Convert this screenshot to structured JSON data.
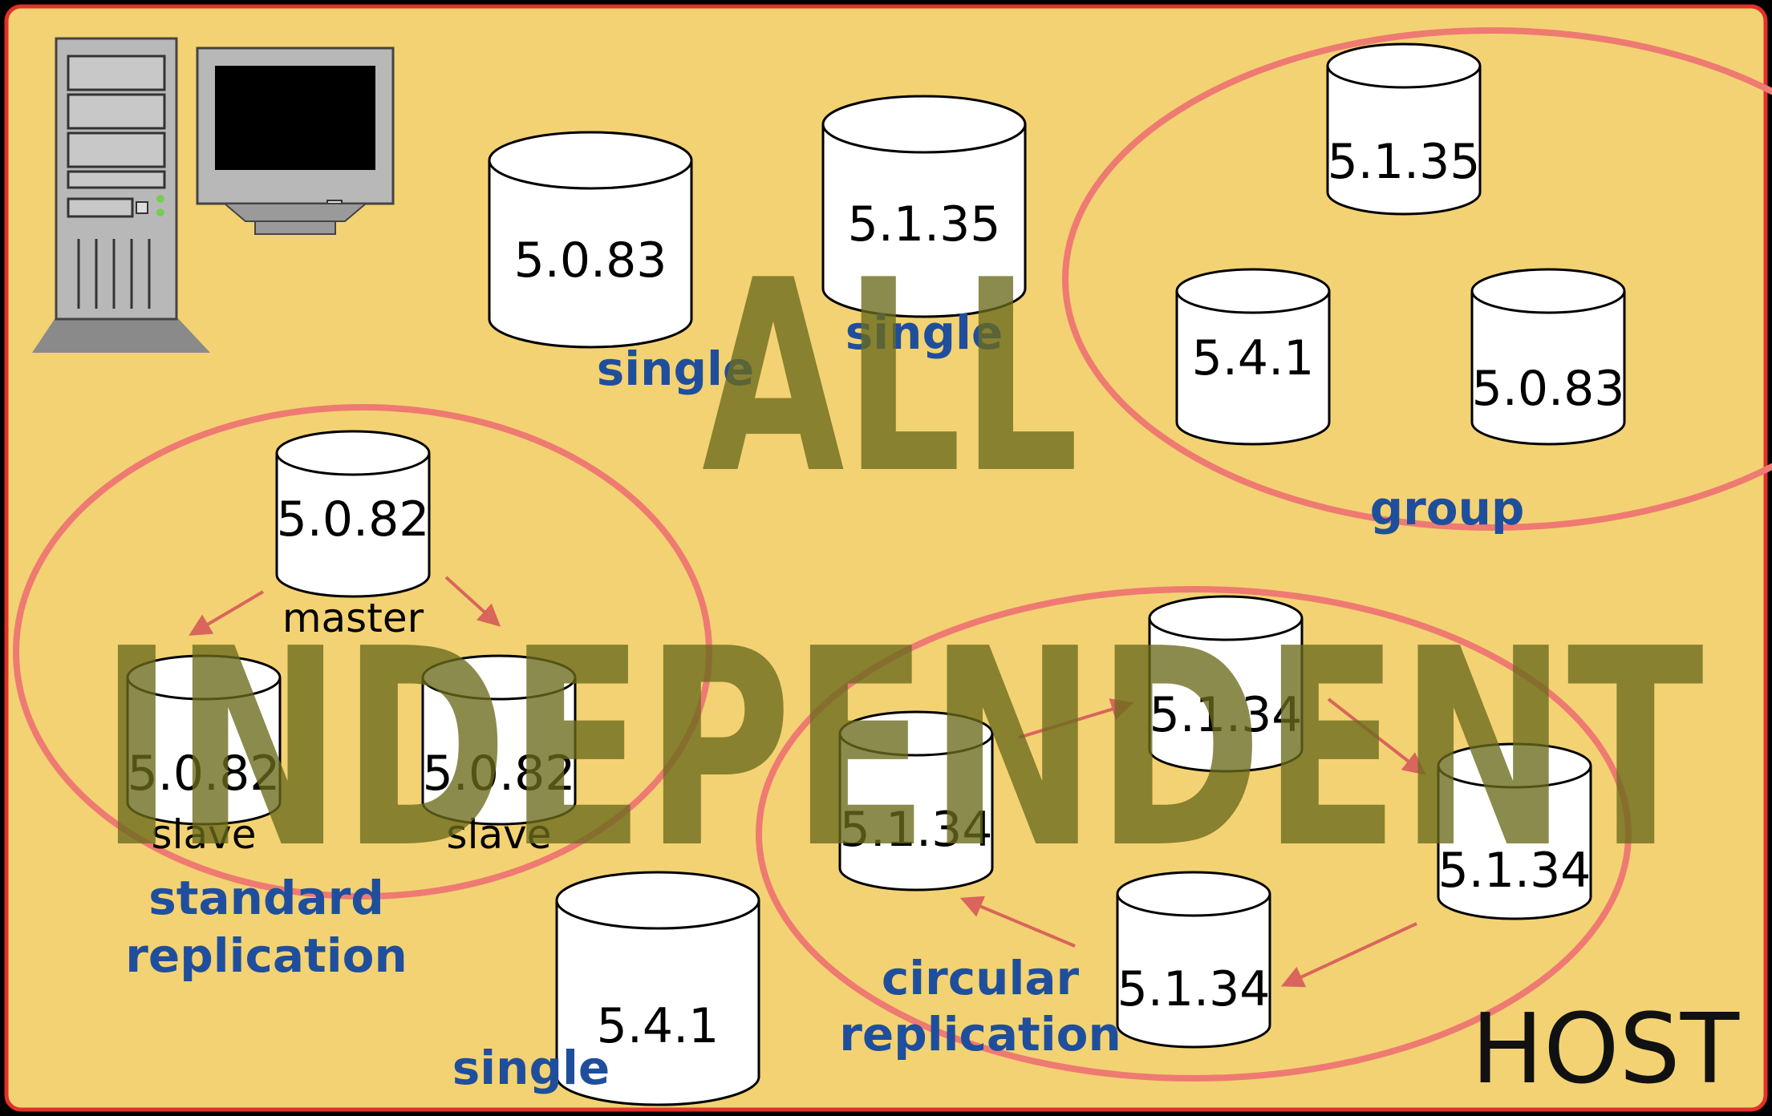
{
  "colors": {
    "background": "#f3d273",
    "border": "#e0312a",
    "ellipse": "#ee7a72",
    "label": "#1f4f9c",
    "overlay": "#6b6b1c"
  },
  "overlay": {
    "line1": "ALL",
    "line2": "INDEPENDENT"
  },
  "host_label": "HOST",
  "singles": [
    {
      "version": "5.0.83",
      "label": "single"
    },
    {
      "version": "5.1.35",
      "label": "single"
    },
    {
      "version": "5.4.1",
      "label": "single"
    }
  ],
  "group": {
    "label": "group",
    "versions": [
      "5.1.35",
      "5.4.1",
      "5.0.83"
    ]
  },
  "standard_replication": {
    "label_line1": "standard",
    "label_line2": "replication",
    "master": {
      "version": "5.0.82",
      "role": "master"
    },
    "slaves": [
      {
        "version": "5.0.82",
        "role": "slave"
      },
      {
        "version": "5.0.82",
        "role": "slave"
      }
    ]
  },
  "circular_replication": {
    "label_line1": "circular",
    "label_line2": "replication",
    "nodes": [
      "5.1.34",
      "5.1.34",
      "5.1.34",
      "5.1.34"
    ]
  },
  "icons": [
    "server-tower-icon",
    "crt-monitor-icon"
  ]
}
